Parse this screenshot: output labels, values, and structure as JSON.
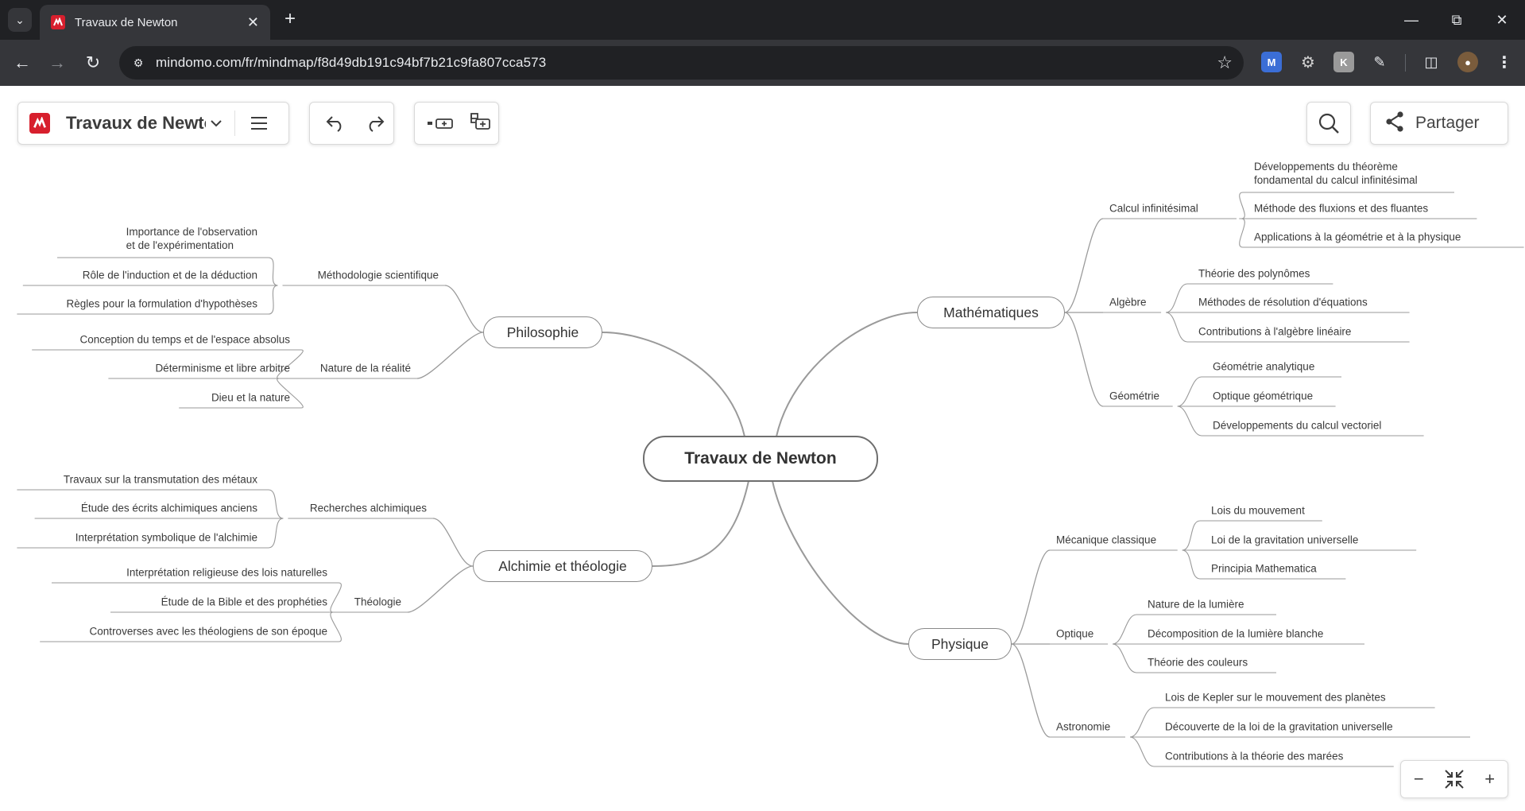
{
  "browser": {
    "tab_title": "Travaux de Newton",
    "url": "mindomo.com/fr/mindmap/f8d49db191c94bf7b21c9fa807cca573",
    "icons": [
      "tab-search-icon",
      "close-icon",
      "new-tab-icon",
      "minimize-icon",
      "restore-icon",
      "window-close-icon",
      "back-icon",
      "forward-icon",
      "reload-icon",
      "site-info-icon",
      "bookmark-star-icon",
      "extensions-icon",
      "side-panel-icon",
      "profile-avatar",
      "menu-kebab-icon"
    ]
  },
  "app": {
    "logo": "mindomo-logo",
    "doc_title": "Travaux de Newton",
    "share_label": "Partager",
    "accent": "#d71f2d"
  },
  "map": {
    "central": "Travaux de Newton",
    "branches": [
      {
        "label": "Mathématiques",
        "subtopics": [
          {
            "label": "Calcul infinitésimal",
            "leaves": [
              "Développements du théorème fondamental du calcul infinitésimal",
              "Méthode des fluxions et des fluantes",
              "Applications à la géométrie et à la physique"
            ]
          },
          {
            "label": "Algèbre",
            "leaves": [
              "Théorie des polynômes",
              "Méthodes de résolution d'équations",
              "Contributions à l'algèbre linéaire"
            ]
          },
          {
            "label": "Géométrie",
            "leaves": [
              "Géométrie analytique",
              "Optique géométrique",
              "Développements du calcul vectoriel"
            ]
          }
        ]
      },
      {
        "label": "Physique",
        "subtopics": [
          {
            "label": "Mécanique classique",
            "leaves": [
              "Lois du mouvement",
              "Loi de la gravitation universelle",
              "Principia Mathematica"
            ]
          },
          {
            "label": "Optique",
            "leaves": [
              "Nature de la lumière",
              "Décomposition de la lumière blanche",
              "Théorie des couleurs"
            ]
          },
          {
            "label": "Astronomie",
            "leaves": [
              "Lois de Kepler sur le mouvement des planètes",
              "Découverte de la loi de la gravitation universelle",
              "Contributions à la théorie des marées"
            ]
          }
        ]
      },
      {
        "label": "Philosophie",
        "subtopics": [
          {
            "label": "Méthodologie scientifique",
            "leaves": [
              "Importance de l'observation et de l'expérimentation",
              "Rôle de l'induction et de la déduction",
              "Règles pour la formulation d'hypothèses"
            ]
          },
          {
            "label": "Nature de la réalité",
            "leaves": [
              "Conception du temps et de l'espace absolus",
              "Déterminisme et libre arbitre",
              "Dieu et la nature"
            ]
          }
        ]
      },
      {
        "label": "Alchimie et théologie",
        "subtopics": [
          {
            "label": "Recherches alchimiques",
            "leaves": [
              "Travaux sur la transmutation des métaux",
              "Étude des écrits alchimiques anciens",
              "Interprétation symbolique de l'alchimie"
            ]
          },
          {
            "label": "Théologie",
            "leaves": [
              "Interprétation religieuse des lois naturelles",
              "Étude de la Bible et des prophéties",
              "Controverses avec les théologiens de son époque"
            ]
          }
        ]
      }
    ],
    "leaf_multiline": {
      "calc_leaf_0_line1": "Développements du théorème",
      "calc_leaf_0_line2": "fondamental du calcul infinitésimal",
      "meth_leaf_0_line1": "Importance de l'observation",
      "meth_leaf_0_line2": "et de l'expérimentation"
    }
  }
}
